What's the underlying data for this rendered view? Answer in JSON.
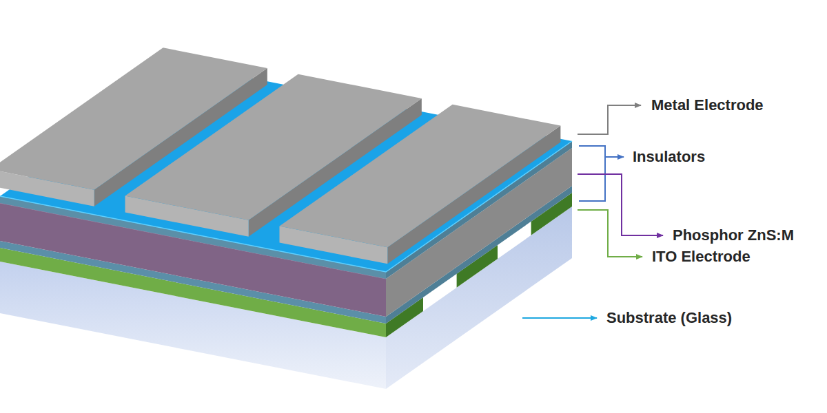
{
  "diagram": {
    "labels": [
      "Metal Electrode",
      "Insulators",
      "Phosphor ZnS:M",
      "ITO Electrode",
      "Substrate (Glass)"
    ]
  }
}
